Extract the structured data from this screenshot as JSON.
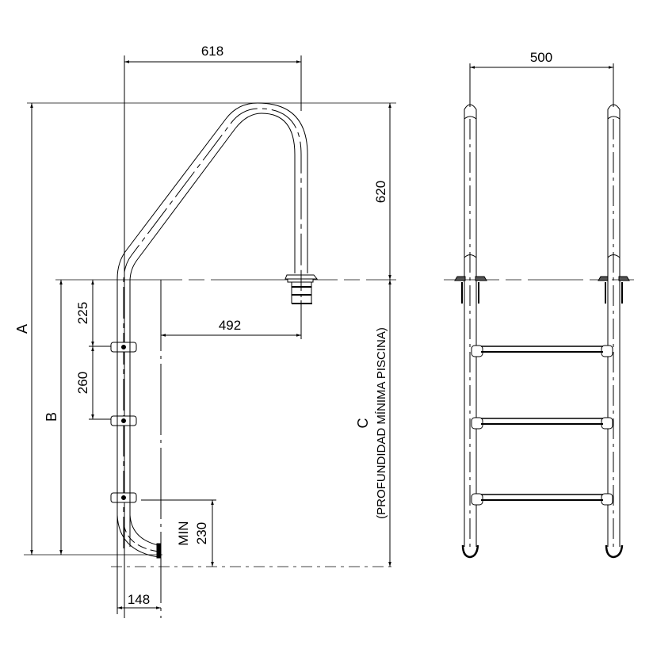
{
  "drawing": {
    "title": "Pool ladder technical drawing",
    "side_view": {
      "dimensions": {
        "handrail_width": "618",
        "handrail_height": "620",
        "handrail_offset": "492",
        "first_step": "225",
        "step_spacing": "260",
        "min_bottom_label": "MIN",
        "min_bottom": "230",
        "foot_offset": "148"
      },
      "labels": {
        "total_height": "A",
        "ladder_depth": "B",
        "pool_depth": "C",
        "pool_depth_note": "(PROFUNDIDAD MÍNIMA  PISCINA)"
      }
    },
    "front_view": {
      "dimensions": {
        "width": "500"
      },
      "step_count": 3
    },
    "colors": {
      "line": "#000000",
      "background": "#ffffff",
      "flange": "#555555"
    }
  }
}
